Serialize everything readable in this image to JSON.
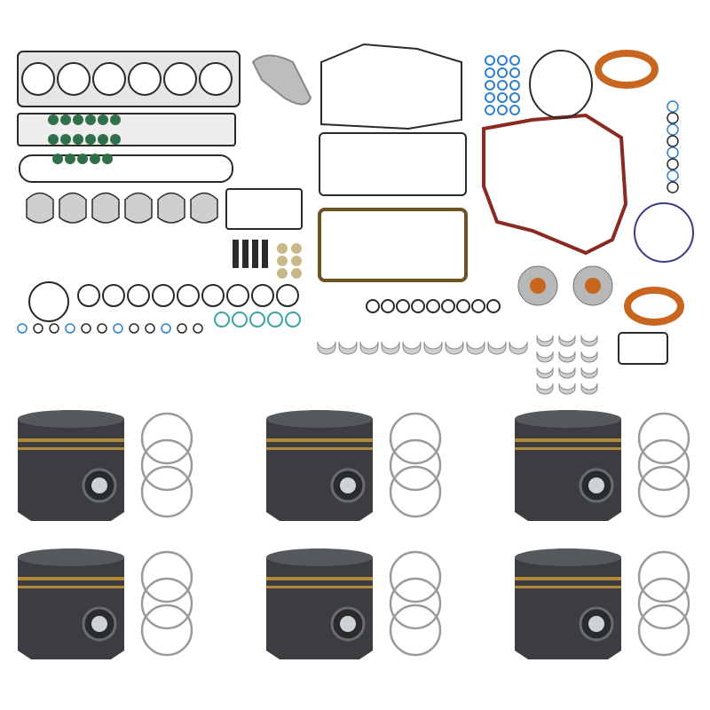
{
  "image": {
    "subject": "engine-overhaul-kit",
    "colors": {
      "background": "#ffffff",
      "gasket_line": "#2a2a2a",
      "gasket_fill": "#d9d9d9",
      "timing_gasket": "#8a2a22",
      "seal_orange": "#c8651e",
      "oring_blue": "#2f7fd0",
      "oring_teal": "#3aa6a0",
      "seal_green": "#2f6f4a",
      "piston": "#3b3d40",
      "piston_band": "#b08a3a",
      "ring": "#9a9a9a",
      "bearing": "#cfcfcf"
    },
    "piston_count": 6,
    "rings_per_piston": 3
  }
}
